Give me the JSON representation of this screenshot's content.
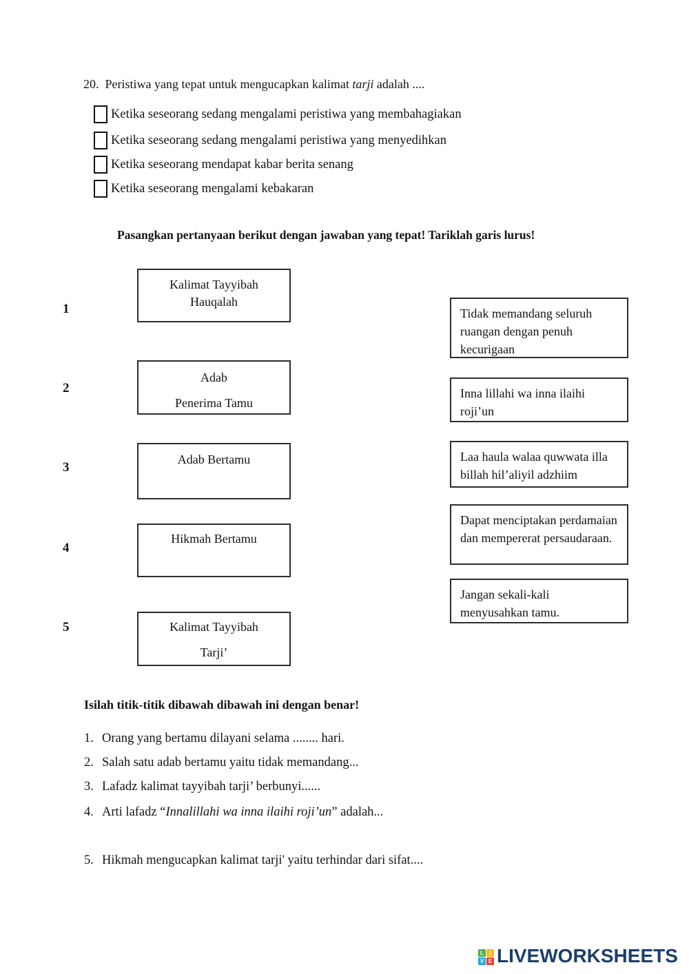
{
  "q20": {
    "number": "20.",
    "text_before": "Peristiwa yang tepat untuk mengucapkan kalimat ",
    "italic_word": "tarji",
    "text_after": " adalah ....",
    "options": [
      "Ketika seseorang sedang mengalami peristiwa yang membahagiakan",
      "Ketika seseorang sedang mengalami peristiwa yang menyedihkan",
      "Ketika seseorang mendapat kabar berita senang",
      "Ketika seseorang mengalami kebakaran"
    ]
  },
  "matching": {
    "instruction": "Pasangkan pertanyaan berikut dengan jawaban yang tepat! Tariklah garis lurus!",
    "left": [
      {
        "num": "1",
        "line1": "Kalimat Tayyibah",
        "line2": "Hauqalah"
      },
      {
        "num": "2",
        "line1": "Adab",
        "line2": "Penerima Tamu"
      },
      {
        "num": "3",
        "line1": "Adab Bertamu",
        "line2": ""
      },
      {
        "num": "4",
        "line1": "Hikmah Bertamu",
        "line2": ""
      },
      {
        "num": "5",
        "line1": "Kalimat Tayyibah",
        "line2": "Tarji’"
      }
    ],
    "right": [
      {
        "text": "Tidak memandang seluruh ruangan dengan penuh kecurigaan"
      },
      {
        "text": "Inna lillahi wa inna ilaihi roji’un"
      },
      {
        "text": "Laa haula walaa quwwata illa billah hil’aliyil adzhiim"
      },
      {
        "text": "Dapat menciptakan perdamaian dan mempererat persaudaraan."
      },
      {
        "text": "Jangan sekali-kali menyusahkan tamu."
      }
    ]
  },
  "fill_in": {
    "instruction": "Isilah titik-titik dibawah dibawah ini dengan benar!",
    "items": [
      {
        "num": "1.",
        "text": "Orang yang bertamu dilayani selama ........ hari."
      },
      {
        "num": "2.",
        "text": "Salah satu adab bertamu yaitu tidak memandang..."
      },
      {
        "num": "3.",
        "text": "Lafadz kalimat tayyibah tarji’ berbunyi......"
      },
      {
        "num": "4.",
        "pre": "Arti lafadz “",
        "italic": "Innalillahi wa inna ilaihi roji’un",
        "post": "” adalah..."
      },
      {
        "num": "5.",
        "text": "Hikmah mengucapkan kalimat tarji' yaitu terhindar dari sifat...."
      }
    ]
  },
  "footer": {
    "brand": "LIVEWORKSHEETS",
    "brand_color": "#1b3e6f",
    "logo_squares": [
      {
        "letter": "L",
        "color": "#4caf50"
      },
      {
        "letter": "I",
        "color": "#fdb913"
      },
      {
        "letter": "V",
        "color": "#29a8e0"
      },
      {
        "letter": "E",
        "color": "#ee3b33"
      }
    ]
  }
}
